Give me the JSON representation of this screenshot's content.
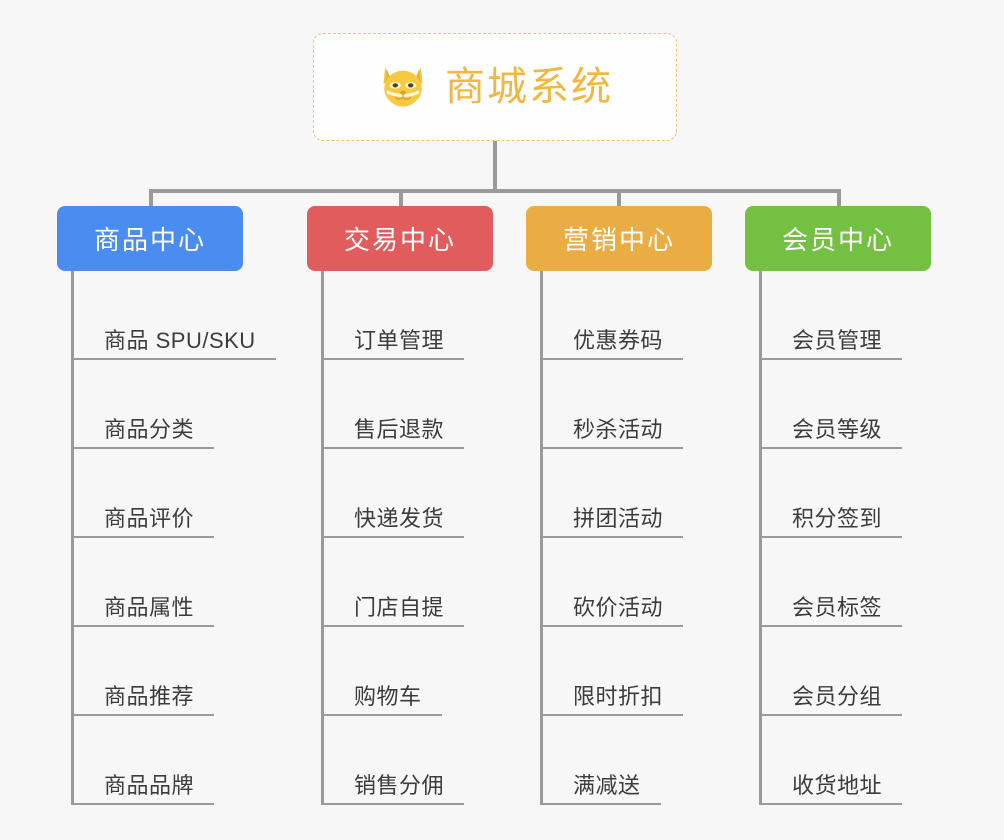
{
  "page": {
    "background_color": "#f7f7f7",
    "type": "org-chart"
  },
  "root": {
    "title": "商城系统",
    "icon": "shiba-dog-face-icon",
    "text_color": "#f0b840",
    "border_color": "#f0c070",
    "background_color": "#fefefe"
  },
  "connector_color": "#9a9a9a",
  "branches": [
    {
      "label": "商品中心",
      "color": "#4a8cf0",
      "items": [
        "商品 SPU/SKU",
        "商品分类",
        "商品评价",
        "商品属性",
        "商品推荐",
        "商品品牌"
      ]
    },
    {
      "label": "交易中心",
      "color": "#e15c5c",
      "items": [
        "订单管理",
        "售后退款",
        "快递发货",
        "门店自提",
        "购物车",
        "销售分佣"
      ]
    },
    {
      "label": "营销中心",
      "color": "#eaad44",
      "items": [
        "优惠券码",
        "秒杀活动",
        "拼团活动",
        "砍价活动",
        "限时折扣",
        "满减送"
      ]
    },
    {
      "label": "会员中心",
      "color": "#74c043",
      "items": [
        "会员管理",
        "会员等级",
        "积分签到",
        "会员标签",
        "会员分组",
        "收货地址"
      ]
    }
  ]
}
